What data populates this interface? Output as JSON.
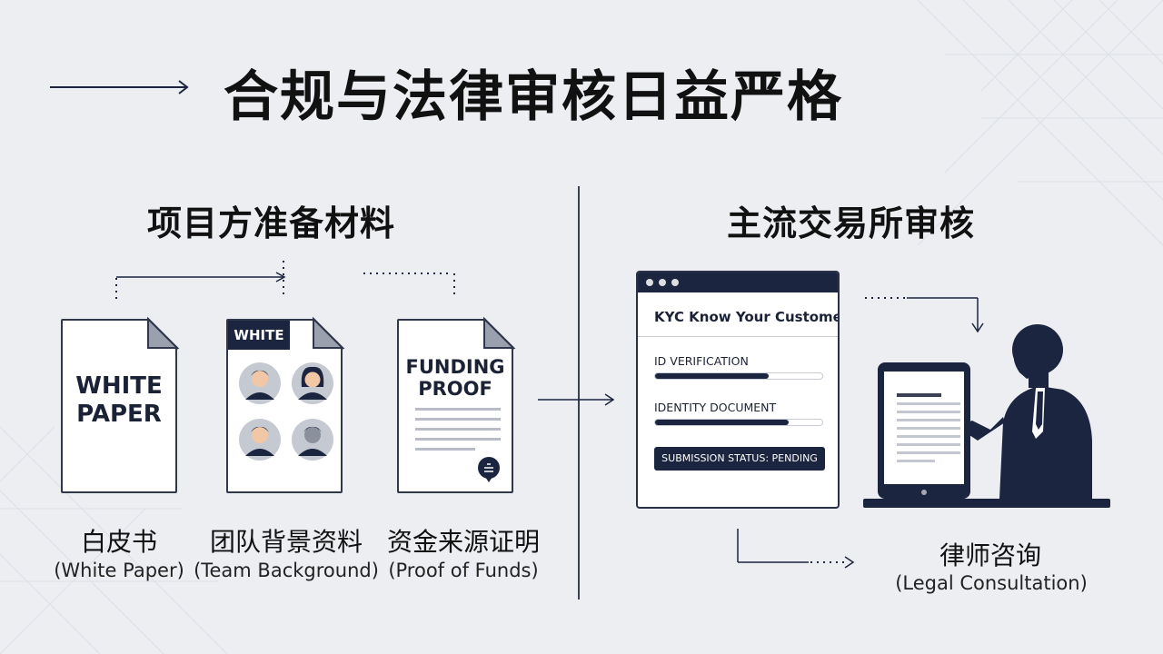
{
  "title": "合规与法律审核日益严格",
  "left_section": {
    "heading": "项目方准备材料",
    "documents": [
      {
        "doc_text_line1": "WHITE",
        "doc_text_line2": "PAPER",
        "caption_cn": "白皮书",
        "caption_en": "(White Paper)"
      },
      {
        "tab_label": "WHITE",
        "caption_cn": "团队背景资料",
        "caption_en": "(Team Background)"
      },
      {
        "doc_text_line1": "FUNDING",
        "doc_text_line2": "PROOF",
        "caption_cn": "资金来源证明",
        "caption_en": "(Proof of Funds)"
      }
    ]
  },
  "right_section": {
    "heading": "主流交易所审核",
    "kyc_window": {
      "title": "KYC Know Your Customer",
      "fields": [
        {
          "label": "ID VERIFICATION",
          "progress": 0.68
        },
        {
          "label": "IDENTITY DOCUMENT",
          "progress": 0.8
        }
      ],
      "status": "SUBMISSION STATUS: PENDING"
    },
    "consultation": {
      "caption_cn": "律师咨询",
      "caption_en": "(Legal Consultation)"
    }
  },
  "colors": {
    "background": "#eceef2",
    "navy": "#1c2540",
    "line": "#2a3146"
  }
}
